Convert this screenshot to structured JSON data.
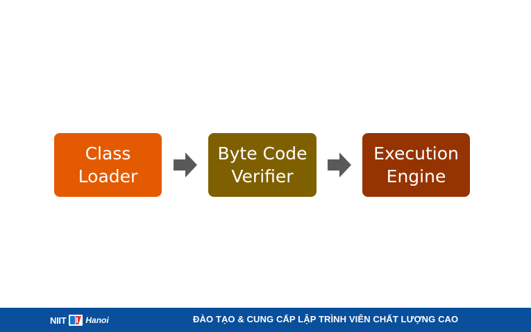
{
  "diagram": {
    "steps": [
      {
        "line1": "Class",
        "line2": "Loader",
        "color": "#e35a00"
      },
      {
        "line1": "Byte Code",
        "line2": "Verifier",
        "color": "#7f6000"
      },
      {
        "line1": "Execution",
        "line2": "Engine",
        "color": "#953400"
      }
    ],
    "arrow_color": "#595959",
    "arrow_icon": "right-arrow-icon"
  },
  "footer": {
    "background": "#0a4f9c",
    "logo_brand": "NIIT",
    "logo_city": "Hanoi",
    "logo_icon": "niit-logo-icon",
    "tagline": "ĐÀO TẠO & CUNG CẤP LẬP TRÌNH VIÊN CHẤT LƯỢNG CAO"
  }
}
